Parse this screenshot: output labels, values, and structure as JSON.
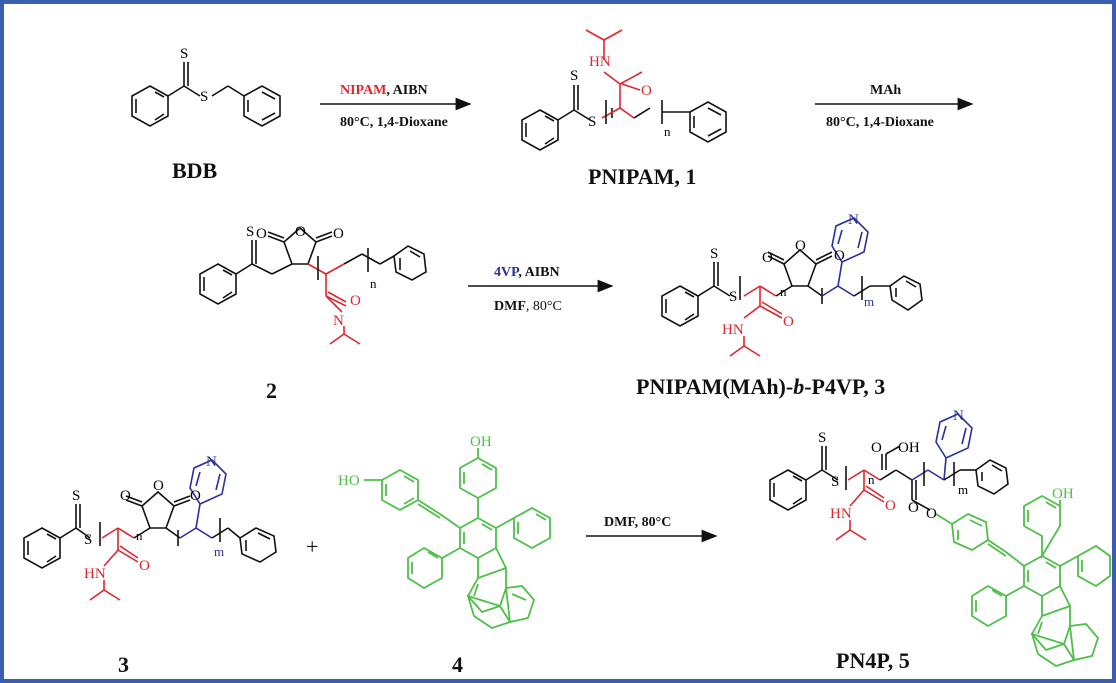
{
  "compounds": {
    "bdb": "BDB",
    "pnipam": "PNIPAM, 1",
    "c2": "2",
    "pn_prefix": "PNIPAM(MAh)-",
    "pn_b": "b",
    "pn_suffix": "-P4VP, 3",
    "c3": "3",
    "c4": "4",
    "pn4p": "PN4P, 5"
  },
  "arrows": {
    "a1": {
      "reagent": "NIPAM",
      "reagent2": ",  AIBN",
      "cond": "80°C,  1,4-Dioxane"
    },
    "a2": {
      "reagent": "MAh",
      "cond": "80°C,  1,4-Dioxane"
    },
    "a3": {
      "reagent": "4VP",
      "reagent2": ", AIBN",
      "cond_a": "DMF",
      "cond_b": ", 80°C"
    },
    "a4": {
      "reagent": "DMF, 80°C"
    }
  },
  "plus": "+",
  "atoms": {
    "S": "S",
    "O": "O",
    "N": "N",
    "HN": "HN",
    "OH": "OH",
    "HO": "HO",
    "n": "n",
    "m": "m"
  },
  "colors": {
    "frame": "#3a5fae",
    "nipam": "#e0262d",
    "vp": "#2a2fa0",
    "dye": "#4fbf4a"
  }
}
